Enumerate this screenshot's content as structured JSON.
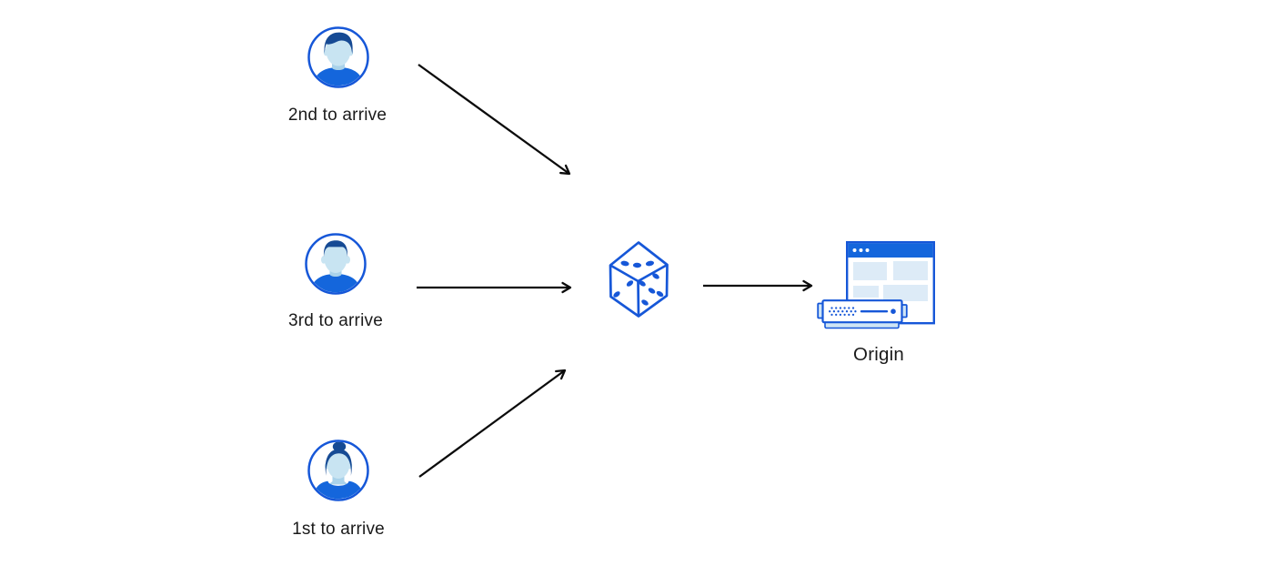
{
  "diagram": {
    "title": "",
    "nodes": {
      "user_second": {
        "label": "2nd to arrive",
        "icon": "user-male-avatar-icon"
      },
      "user_third": {
        "label": "3rd to arrive",
        "icon": "user-male-avatar-icon"
      },
      "user_first": {
        "label": "1st to arrive",
        "icon": "user-female-avatar-icon"
      },
      "random_selector": {
        "label": "",
        "icon": "dice-icon"
      },
      "origin": {
        "label": "Origin",
        "icon": "origin-server-icon"
      }
    },
    "edges": [
      {
        "from": "user_second",
        "to": "random_selector"
      },
      {
        "from": "user_third",
        "to": "random_selector"
      },
      {
        "from": "user_first",
        "to": "random_selector"
      },
      {
        "from": "random_selector",
        "to": "origin"
      }
    ],
    "colors": {
      "stroke_blue": "#1657d8",
      "fill_blue": "#1466dc",
      "hair_blue": "#164a94",
      "face_blue": "#c8e4f2",
      "neck_blue": "#a9d2ea",
      "panel_blue": "#ddebf7",
      "base_blue": "#cfe5f5",
      "arrow_black": "#0b0b0b",
      "text_color": "#1a1a1a",
      "canvas_bg": "#ffffff"
    }
  }
}
